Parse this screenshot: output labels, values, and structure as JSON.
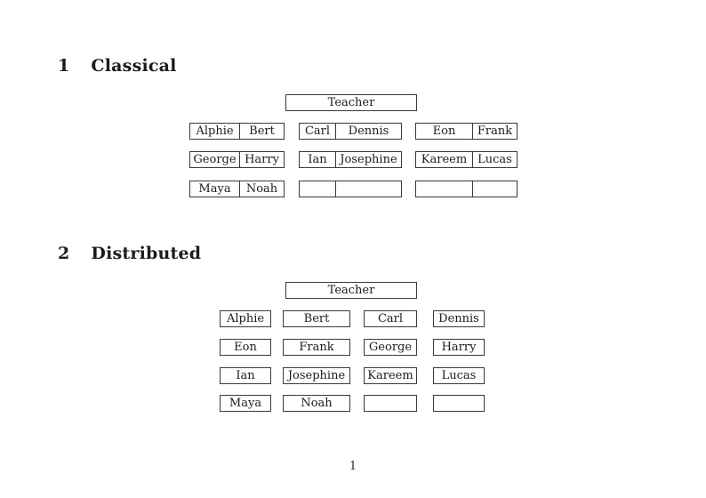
{
  "document": {
    "page_number": "1"
  },
  "classical": {
    "number": "1",
    "title": "Classical",
    "teacher": "Teacher",
    "rows": [
      {
        "left": [
          "Alphie",
          "Bert"
        ],
        "mid": [
          "Carl",
          "Dennis"
        ],
        "right": [
          "Eon",
          "Frank"
        ]
      },
      {
        "left": [
          "George",
          "Harry"
        ],
        "mid": [
          "Ian",
          "Josephine"
        ],
        "right": [
          "Kareem",
          "Lucas"
        ]
      },
      {
        "left": [
          "Maya",
          "Noah"
        ],
        "mid": [
          "",
          ""
        ],
        "right": [
          "",
          ""
        ]
      }
    ]
  },
  "distributed": {
    "number": "2",
    "title": "Distributed",
    "teacher": "Teacher",
    "rows": [
      [
        "Alphie",
        "Bert",
        "Carl",
        "Dennis"
      ],
      [
        "Eon",
        "Frank",
        "George",
        "Harry"
      ],
      [
        "Ian",
        "Josephine",
        "Kareem",
        "Lucas"
      ],
      [
        "Maya",
        "Noah",
        "",
        ""
      ]
    ]
  }
}
